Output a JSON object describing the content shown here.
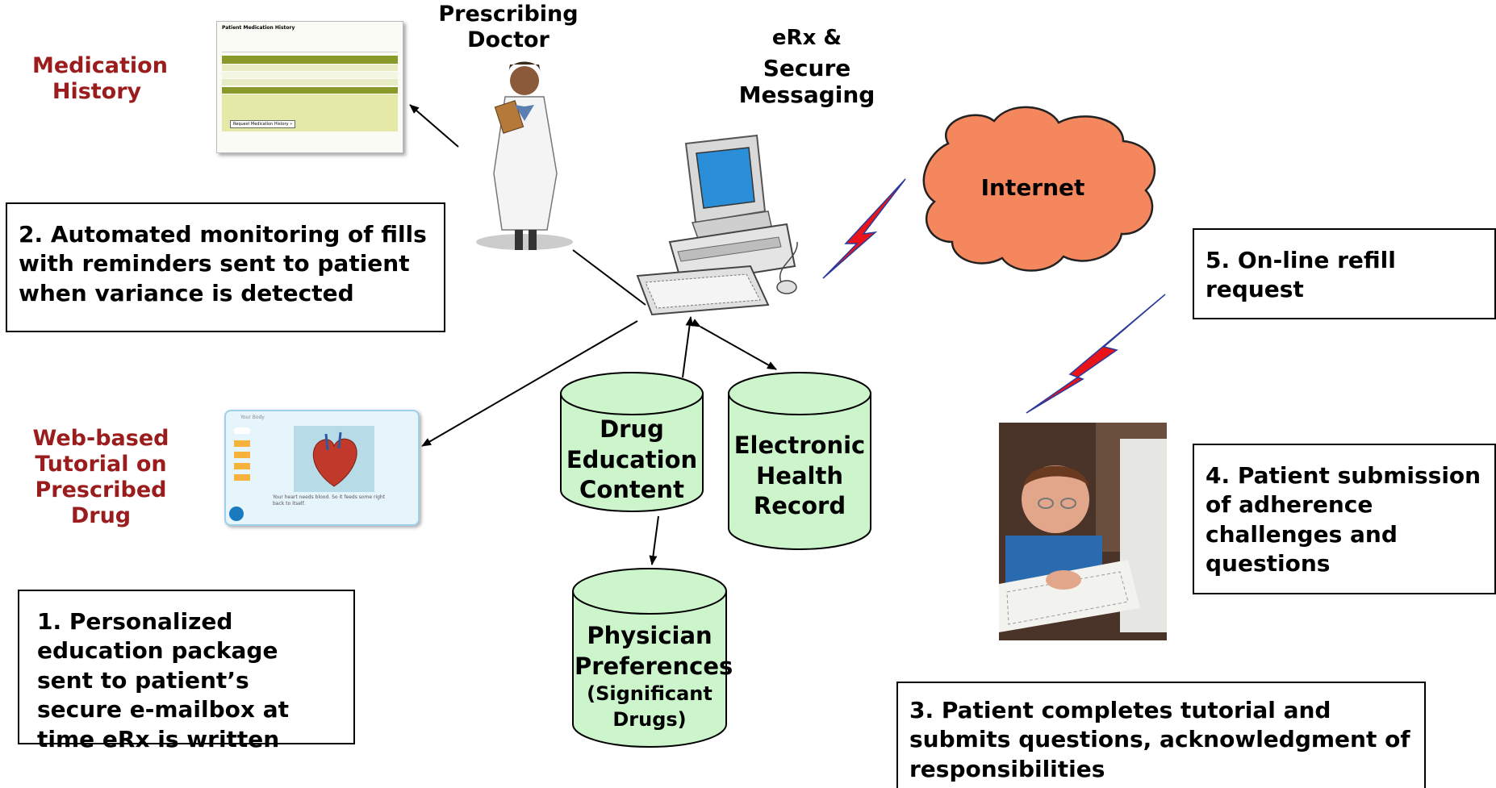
{
  "labels": {
    "medication_history": "Medication History",
    "prescribing_doctor": "Prescribing Doctor",
    "erx_secure_messaging_1": "eRx &",
    "erx_secure_messaging_2": "Secure Messaging",
    "internet": "Internet",
    "web_tutorial": "Web-based Tutorial on Prescribed Drug"
  },
  "cylinders": {
    "drug_education": "Drug Education Content",
    "ehr": "Electronic Health Record",
    "physician_prefs": "Physician Preferences",
    "physician_prefs_sub": "(Significant Drugs)"
  },
  "boxes": {
    "step1": "1. Personalized education package sent to patient’s secure e-mailbox at time eRx is written",
    "step2": "2. Automated monitoring of fills with reminders sent to patient when variance is detected",
    "step3": "3. Patient completes tutorial and submits questions, acknowledgment of responsibilities",
    "step4": "4. Patient submission of adherence challenges and questions",
    "step5": "5. On-line refill request"
  },
  "colors": {
    "label_red": "#9b1c1c",
    "cylinder_fill": "#ccf5cc",
    "cloud_fill": "#f5875f",
    "bolt_fill": "#e8141a",
    "bolt_edge": "#2a3a9a"
  },
  "thumbnails": {
    "med_history_title": "Patient Medication History",
    "med_history_button": "Request Medication History »",
    "tutorial_header": "Your Body",
    "tutorial_caption": "Your heart needs blood. So it feeds some right back to itself."
  }
}
